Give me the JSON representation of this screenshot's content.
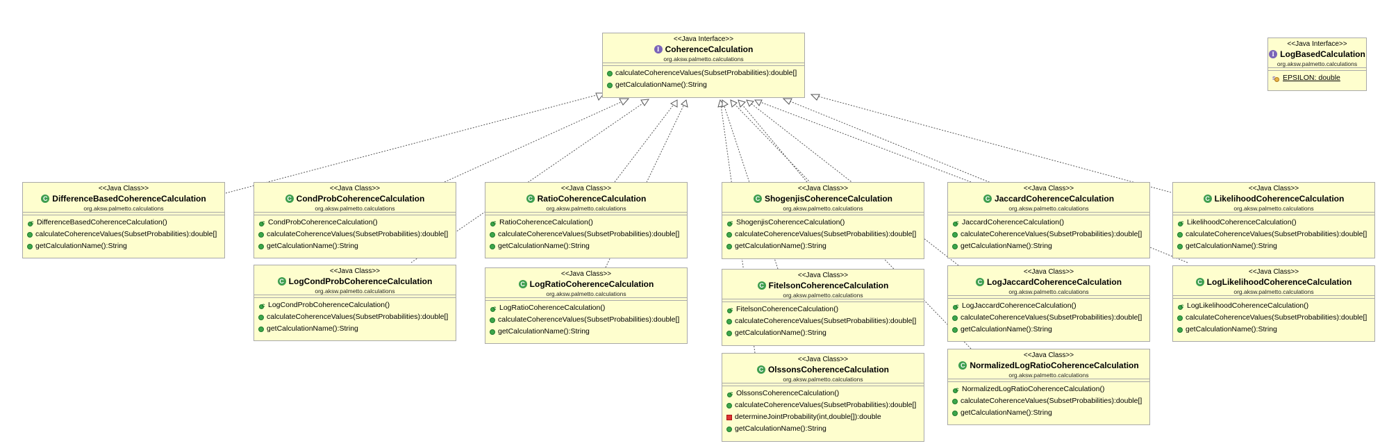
{
  "nodes": {
    "coherence_calculation": {
      "stereotype": "<<Java Interface>>",
      "name": "CoherenceCalculation",
      "package": "org.aksw.palmetto.calculations",
      "members": [
        "calculateCoherenceValues(SubsetProbabilities):double[]",
        "getCalculationName():String"
      ]
    },
    "log_based_calculation": {
      "stereotype": "<<Java Interface>>",
      "name": "LogBasedCalculation",
      "package": "org.aksw.palmetto.calculations",
      "members": [
        "EPSILON: double"
      ]
    },
    "difference_based": {
      "stereotype": "<<Java Class>>",
      "name": "DifferenceBasedCoherenceCalculation",
      "package": "org.aksw.palmetto.calculations",
      "members": [
        "DifferenceBasedCoherenceCalculation()",
        "calculateCoherenceValues(SubsetProbabilities):double[]",
        "getCalculationName():String"
      ]
    },
    "cond_prob": {
      "stereotype": "<<Java Class>>",
      "name": "CondProbCoherenceCalculation",
      "package": "org.aksw.palmetto.calculations",
      "members": [
        "CondProbCoherenceCalculation()",
        "calculateCoherenceValues(SubsetProbabilities):double[]",
        "getCalculationName():String"
      ]
    },
    "log_cond_prob": {
      "stereotype": "<<Java Class>>",
      "name": "LogCondProbCoherenceCalculation",
      "package": "org.aksw.palmetto.calculations",
      "members": [
        "LogCondProbCoherenceCalculation()",
        "calculateCoherenceValues(SubsetProbabilities):double[]",
        "getCalculationName():String"
      ]
    },
    "ratio": {
      "stereotype": "<<Java Class>>",
      "name": "RatioCoherenceCalculation",
      "package": "org.aksw.palmetto.calculations",
      "members": [
        "RatioCoherenceCalculation()",
        "calculateCoherenceValues(SubsetProbabilities):double[]",
        "getCalculationName():String"
      ]
    },
    "log_ratio": {
      "stereotype": "<<Java Class>>",
      "name": "LogRatioCoherenceCalculation",
      "package": "org.aksw.palmetto.calculations",
      "members": [
        "LogRatioCoherenceCalculation()",
        "calculateCoherenceValues(SubsetProbabilities):double[]",
        "getCalculationName():String"
      ]
    },
    "shogenjis": {
      "stereotype": "<<Java Class>>",
      "name": "ShogenjisCoherenceCalculation",
      "package": "org.aksw.palmetto.calculations",
      "members": [
        "ShogenjisCoherenceCalculation()",
        "calculateCoherenceValues(SubsetProbabilities):double[]",
        "getCalculationName():String"
      ]
    },
    "fitelson": {
      "stereotype": "<<Java Class>>",
      "name": "FitelsonCoherenceCalculation",
      "package": "org.aksw.palmetto.calculations",
      "members": [
        "FitelsonCoherenceCalculation()",
        "calculateCoherenceValues(SubsetProbabilities):double[]",
        "getCalculationName():String"
      ]
    },
    "olssons": {
      "stereotype": "<<Java Class>>",
      "name": "OlssonsCoherenceCalculation",
      "package": "org.aksw.palmetto.calculations",
      "members": [
        "OlssonsCoherenceCalculation()",
        "calculateCoherenceValues(SubsetProbabilities):double[]",
        "determineJointProbability(int,double[]):double",
        "getCalculationName():String"
      ]
    },
    "jaccard": {
      "stereotype": "<<Java Class>>",
      "name": "JaccardCoherenceCalculation",
      "package": "org.aksw.palmetto.calculations",
      "members": [
        "JaccardCoherenceCalculation()",
        "calculateCoherenceValues(SubsetProbabilities):double[]",
        "getCalculationName():String"
      ]
    },
    "log_jaccard": {
      "stereotype": "<<Java Class>>",
      "name": "LogJaccardCoherenceCalculation",
      "package": "org.aksw.palmetto.calculations",
      "members": [
        "LogJaccardCoherenceCalculation()",
        "calculateCoherenceValues(SubsetProbabilities):double[]",
        "getCalculationName():String"
      ]
    },
    "normalized_log_ratio": {
      "stereotype": "<<Java Class>>",
      "name": "NormalizedLogRatioCoherenceCalculation",
      "package": "org.aksw.palmetto.calculations",
      "members": [
        "NormalizedLogRatioCoherenceCalculation()",
        "calculateCoherenceValues(SubsetProbabilities):double[]",
        "getCalculationName():String"
      ]
    },
    "likelihood": {
      "stereotype": "<<Java Class>>",
      "name": "LikelihoodCoherenceCalculation",
      "package": "org.aksw.palmetto.calculations",
      "members": [
        "LikelihoodCoherenceCalculation()",
        "calculateCoherenceValues(SubsetProbabilities):double[]",
        "getCalculationName():String"
      ]
    },
    "log_likelihood": {
      "stereotype": "<<Java Class>>",
      "name": "LogLikelihoodCoherenceCalculation",
      "package": "org.aksw.palmetto.calculations",
      "members": [
        "LogLikelihoodCoherenceCalculation()",
        "calculateCoherenceValues(SubsetProbabilities):double[]",
        "getCalculationName():String"
      ]
    }
  },
  "colors": {
    "box_fill": "#fefece",
    "box_border": "#a8a8a8",
    "edge": "#555555",
    "class_icon": "#3e9e4f",
    "interface_icon": "#7a63b8",
    "public_marker": "#3ca64b",
    "private_marker": "#dd3333"
  },
  "icons": {
    "class": "class-icon",
    "interface": "interface-icon",
    "public_method": "public-method-icon",
    "constructor": "constructor-icon",
    "private_method": "private-method-icon",
    "static_field": "static-field-icon"
  }
}
